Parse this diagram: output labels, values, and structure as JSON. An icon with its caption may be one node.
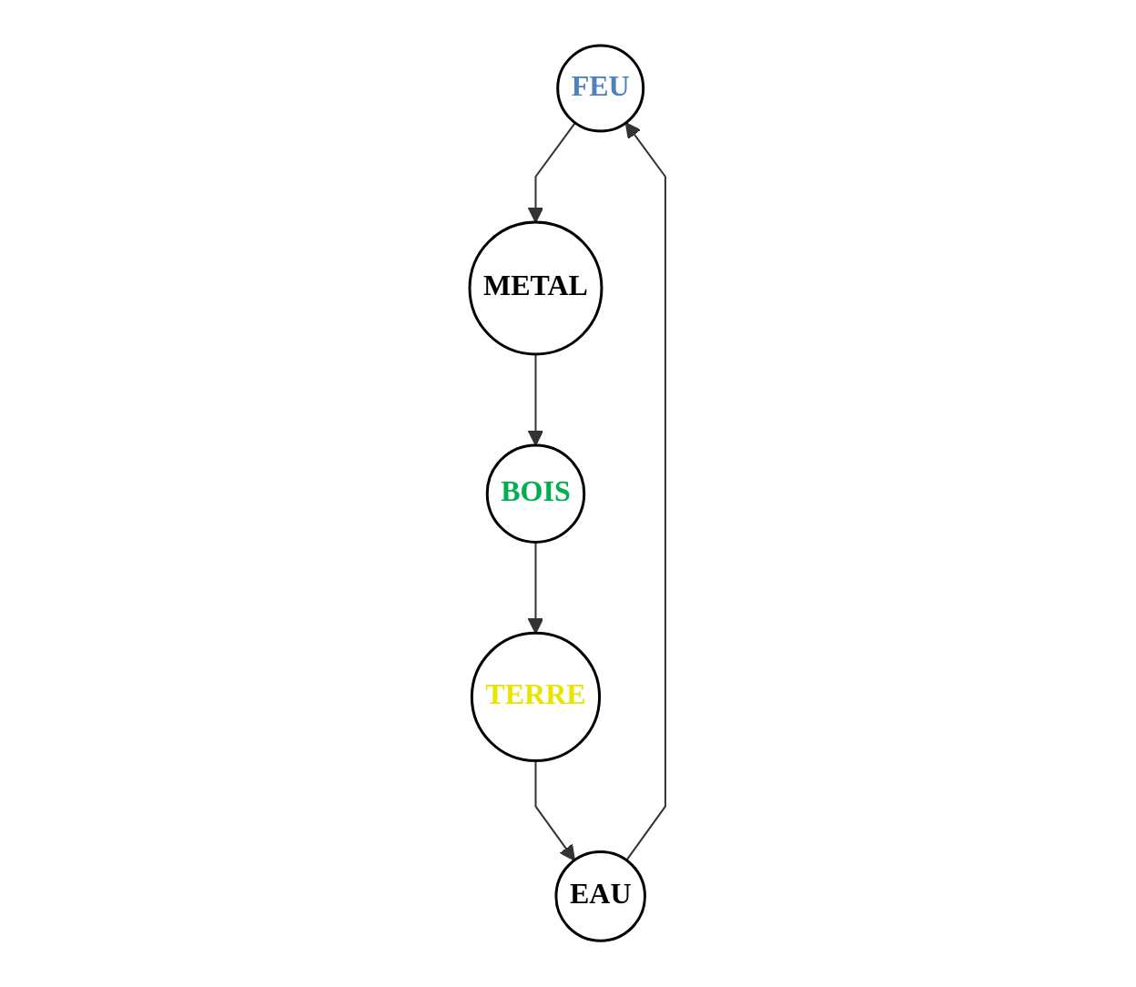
{
  "diagram": {
    "nodes": [
      {
        "text": [
          "FEU"
        ]
      },
      {
        "text": [
          "BOIS"
        ]
      },
      {
        "text": [
          "TERRE"
        ]
      },
      {
        "text": [
          "EAU"
        ]
      },
      {
        "text": [
          "METAL"
        ]
      }
    ],
    "edges": [
      {
        "from": 1,
        "to": 2,
        "arrow": "to"
      },
      {
        "from": 2,
        "to": 3,
        "arrow": "to"
      },
      {
        "from": 3,
        "to": 0,
        "arrow": "to"
      },
      {
        "from": 0,
        "to": 4,
        "arrow": "to"
      },
      {
        "from": 4,
        "to": 1,
        "arrow": "to"
      }
    ]
  }
}
